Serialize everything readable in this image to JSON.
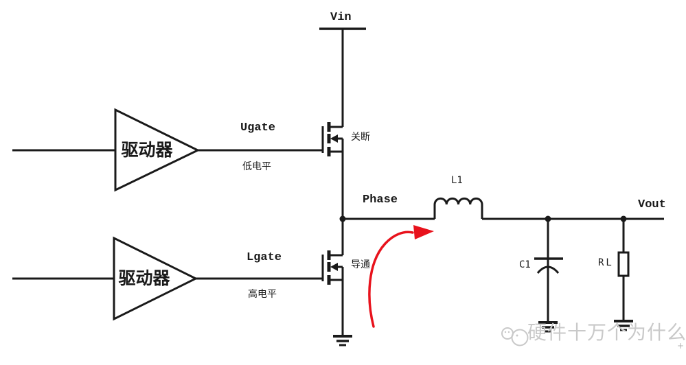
{
  "colors": {
    "background": "#ffffff",
    "line": "#1a1a1a",
    "arrow_red": "#e8121c",
    "watermark_gray": "#c9c9c9"
  },
  "nodes": {
    "vin": "Vin",
    "phase": "Phase",
    "vout": "Vout"
  },
  "signals": {
    "ugate": "Ugate",
    "lgate": "Lgate",
    "ugate_level": "低电平",
    "lgate_level": "高电平"
  },
  "fets": {
    "upper_state": "关断",
    "lower_state": "导通"
  },
  "drivers": {
    "upper": "驱动器",
    "lower": "驱动器"
  },
  "components": {
    "inductor": "L1",
    "capacitor": "C1",
    "load": "RL"
  },
  "watermark": {
    "text": "硬件十万个为什么",
    "corner_mark": "+"
  }
}
